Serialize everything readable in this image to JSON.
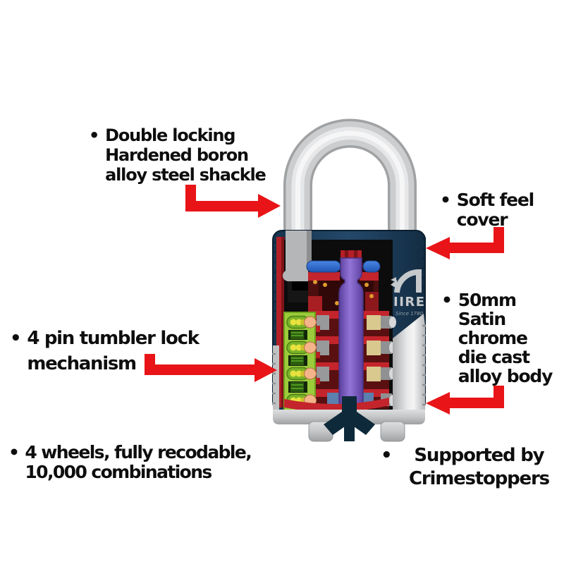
{
  "annotations": {
    "shackle": {
      "bullet": "•",
      "lines": [
        "Double locking",
        "Hardened boron",
        "alloy steel shackle"
      ]
    },
    "cover": {
      "bullet": "•",
      "lines": [
        "Soft feel",
        "cover"
      ]
    },
    "pin_mechanism": {
      "bullet": "•",
      "lines": [
        "4 pin tumbler lock",
        "mechanism"
      ]
    },
    "body": {
      "bullet": "•",
      "lines": [
        "50mm",
        "Satin",
        "chrome",
        "die cast",
        "alloy body"
      ]
    },
    "wheels": {
      "bullet": "•",
      "lines": [
        "4 wheels, fully recodable,",
        "10,000 combinations"
      ]
    },
    "crimestoppers": {
      "bullet": "•",
      "lines": [
        "Supported by",
        "Crimestoppers"
      ]
    }
  },
  "padlock": {
    "logo_text": "IIRE",
    "logo_tagline": "Since 1780"
  },
  "colors": {
    "arrow_red": "#e81417",
    "text_black": "#0e0e0e",
    "body_navy": "#1c3a54",
    "chrome_silver": "#c9cbcd",
    "interior_black": "#0c0c0c",
    "mechanism_red": "#c4242c",
    "section_cut_red": "#b32026",
    "shaft_purple": "#8467c6",
    "locking_bar_blue": "#2e6fd4",
    "pin_panel_green": "#9ccb3b",
    "pin_tip_tan": "#f2b488",
    "keyway_navy": "#0e2a3a"
  }
}
